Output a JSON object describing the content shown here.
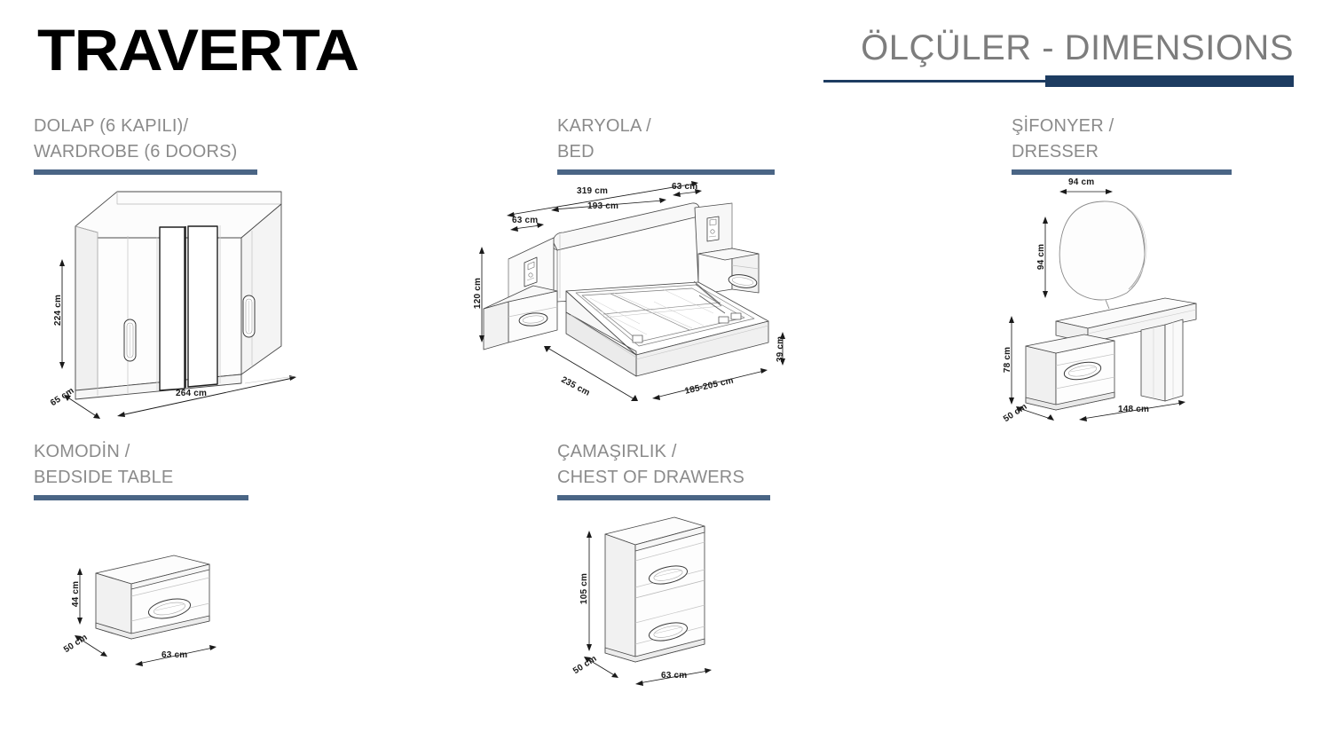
{
  "header": {
    "brand": "TRAVERTA",
    "doc_title": "ÖLÇÜLER - DIMENSIONS",
    "accent_navy": "#1d3c61",
    "accent_slate": "#4a6585",
    "label_gray": "#8b8b8b"
  },
  "sections": {
    "wardrobe": {
      "line1": "DOLAP (6 KAPILI)/",
      "line2": "WARDROBE (6 DOORS)",
      "dims": {
        "height": "224 cm",
        "width": "264 cm",
        "depth": "65 cm"
      }
    },
    "bed": {
      "line1": "KARYOLA /",
      "line2": "BED",
      "dims": {
        "total_width": "319 cm",
        "headboard_width": "193 cm",
        "nightstand_left": "63 cm",
        "nightstand_right": "63 cm",
        "height": "120 cm",
        "base_height": "39 cm",
        "length": "235 cm",
        "mattress_width": "185-205 cm"
      }
    },
    "dresser": {
      "line1": "ŞİFONYER /",
      "line2": "DRESSER",
      "dims": {
        "mirror_width": "94 cm",
        "mirror_height": "94 cm",
        "height": "78 cm",
        "width": "148 cm",
        "depth": "50 cm"
      }
    },
    "bedside": {
      "line1": "KOMODİN /",
      "line2": "BEDSIDE TABLE",
      "dims": {
        "height": "44 cm",
        "width": "63 cm",
        "depth": "50 cm"
      }
    },
    "chest": {
      "line1": "ÇAMAŞIRLIK /",
      "line2": "CHEST OF DRAWERS",
      "dims": {
        "height": "105 cm",
        "width": "63 cm",
        "depth": "50 cm"
      }
    }
  }
}
